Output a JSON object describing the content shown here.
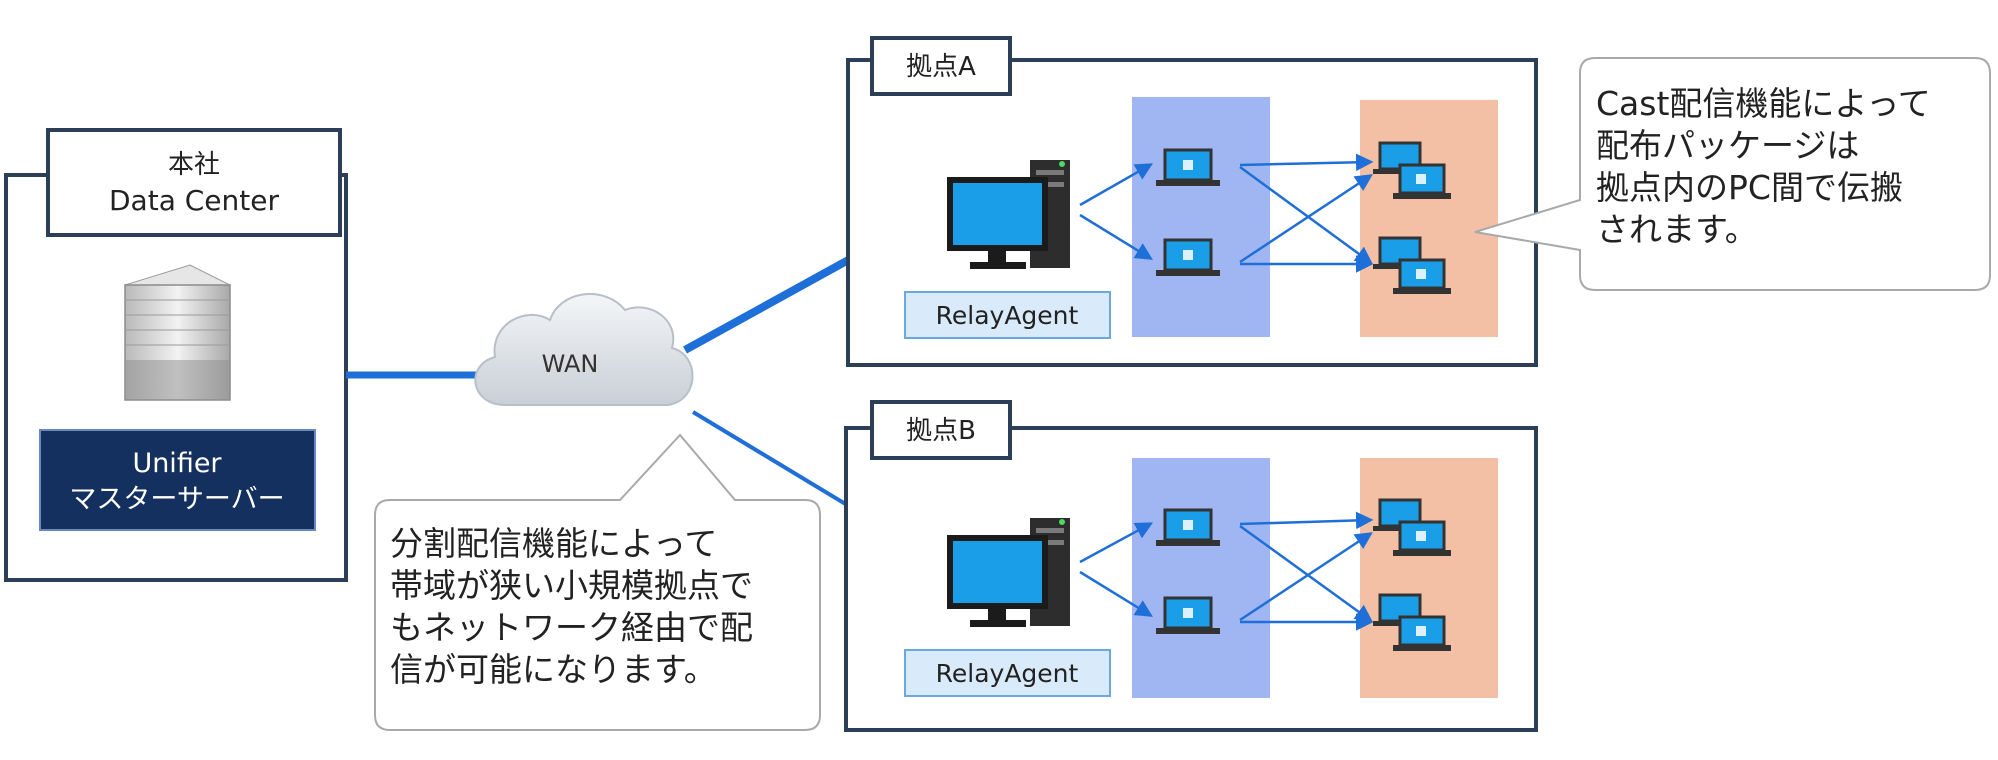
{
  "hq": {
    "title_line1": "本社",
    "title_line2": "Data Center",
    "server_label_line1": "Unifier",
    "server_label_line2": "マスターサーバー"
  },
  "wan": {
    "label": "WAN"
  },
  "sites": [
    {
      "title": "拠点A",
      "relay_label": "RelayAgent"
    },
    {
      "title": "拠点B",
      "relay_label": "RelayAgent"
    }
  ],
  "callouts": {
    "split_delivery": [
      "分割配信機能によって",
      "帯域が狭い小規模拠点で",
      "もネットワーク経由で配",
      "信が可能になります。"
    ],
    "cast_delivery": [
      "Cast配信機能によって",
      "配布パッケージは",
      "拠点内のPC間で伝搬",
      "されます。"
    ]
  },
  "colors": {
    "frame": "#2d3e57",
    "link": "#1f6fd8",
    "relay_zone": "#8fa9f0",
    "client_zone": "#f3c0a6",
    "server_badge": "#14305f",
    "relay_badge": "#d9ebfb",
    "monitor": "#1a9ee8"
  }
}
